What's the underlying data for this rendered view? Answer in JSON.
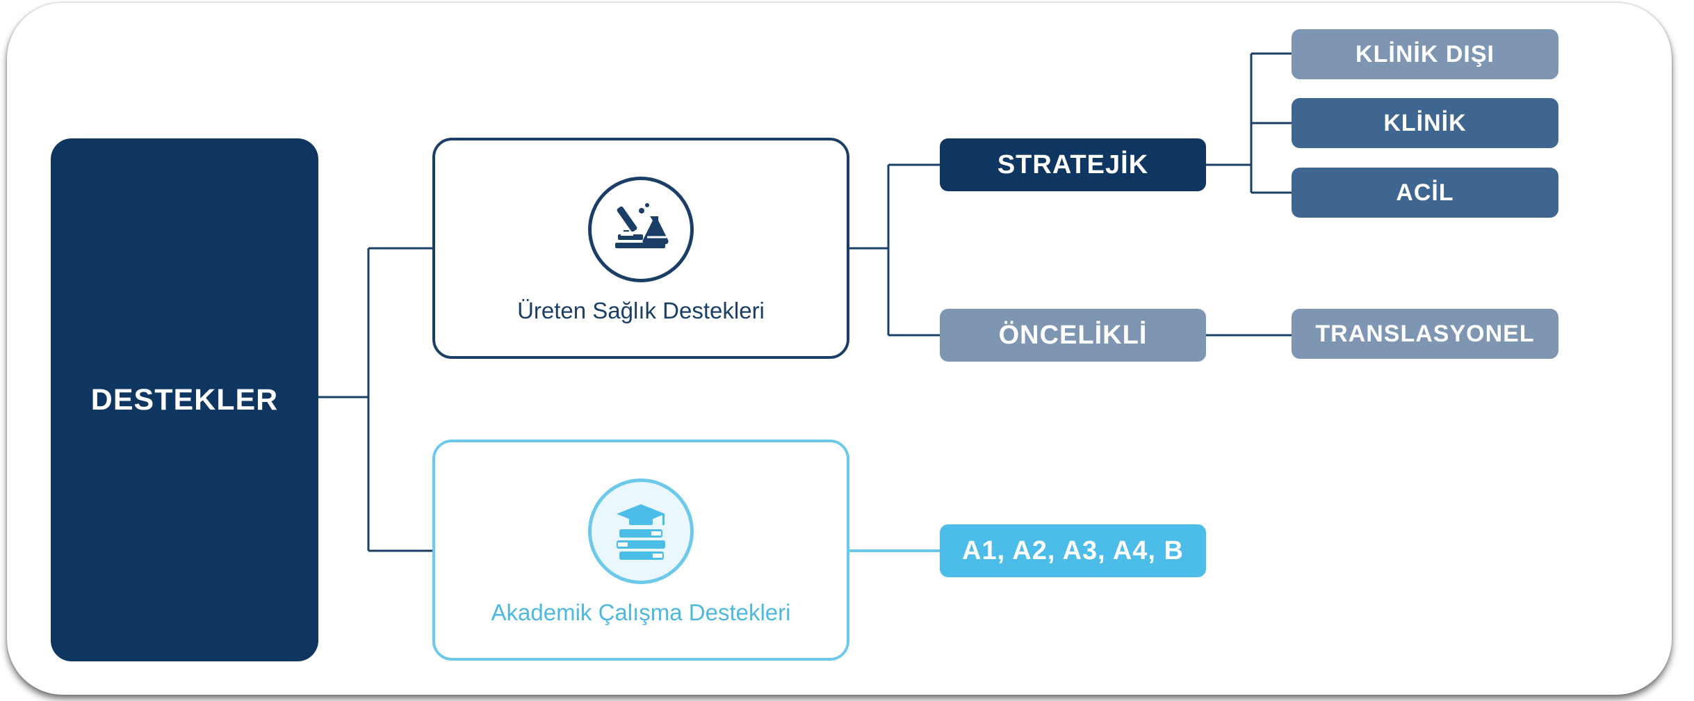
{
  "root": {
    "label": "DESTEKLER"
  },
  "categories": [
    {
      "label": "Üreten Sağlık Destekleri",
      "icon": "microscope-flask-icon",
      "children": [
        {
          "label": "STRATEJİK",
          "children": [
            "KLİNİK DIŞI",
            "KLİNİK",
            "ACİL"
          ]
        },
        {
          "label": "ÖNCELİKLİ",
          "children": [
            "TRANSLASYONEL"
          ]
        }
      ]
    },
    {
      "label": "Akademik Çalışma Destekleri",
      "icon": "graduation-cap-books-icon",
      "children": [
        {
          "label": "A1, A2, A3, A4, B"
        }
      ]
    }
  ],
  "colors": {
    "navy": "#0f3660",
    "steel_blue": "#3f6690",
    "gray_blue": "#7f96b3",
    "light_blue": "#4cbde8",
    "light_blue_border": "#6cc9ea"
  }
}
